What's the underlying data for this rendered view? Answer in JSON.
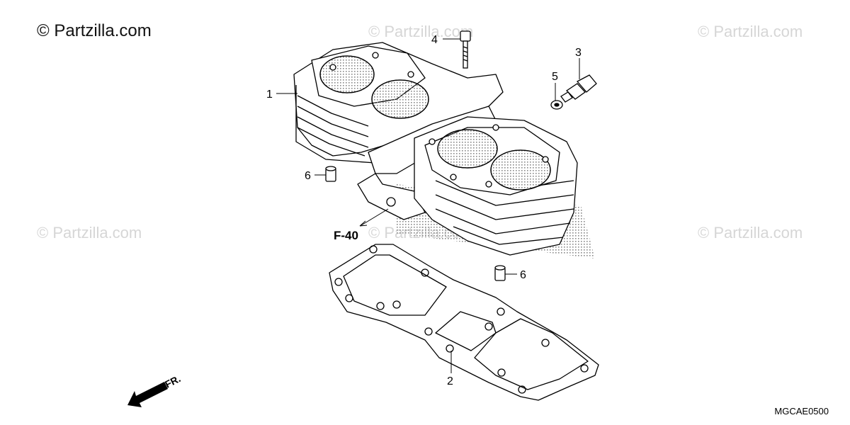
{
  "copyright": "© Partzilla.com",
  "watermarks": [
    "© Partzilla.com",
    "© Partzilla.com",
    "© Partzilla.com",
    "© Partzilla.com",
    "© Partzilla.com"
  ],
  "callouts": {
    "cylinder": "1",
    "gasket": "2",
    "sensor": "3",
    "bolt": "4",
    "washer": "5",
    "dowel_upper": "6",
    "dowel_lower": "6"
  },
  "reference": "F-40",
  "direction": "FR.",
  "diagram_code": "MGCAE0500",
  "colors": {
    "line": "#000000",
    "watermark": "#d6d6d6",
    "shade": "#bdbdbd"
  }
}
